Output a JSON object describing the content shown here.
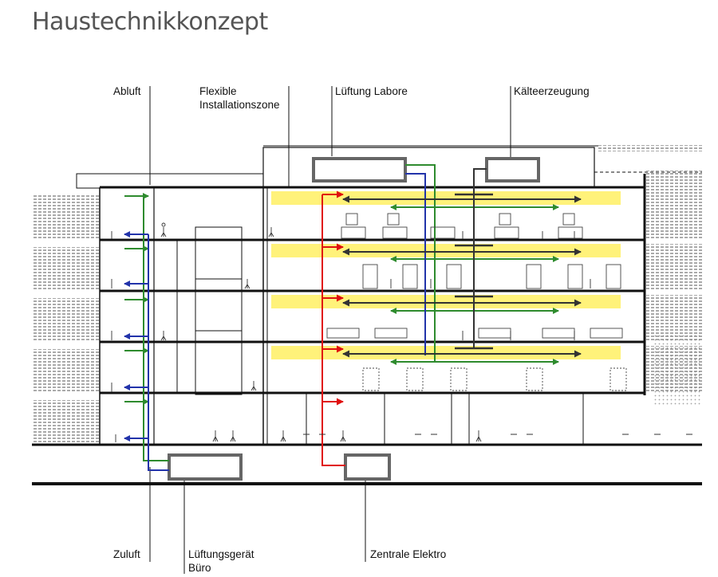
{
  "title": "Haustechnikkonzept",
  "labels": {
    "abluft": "Abluft",
    "flexible_line1": "Flexible",
    "flexible_line2": "Installationszone",
    "lueftung_labore": "Lüftung Labore",
    "kaelteerzeugung": "Kälteerzeugung",
    "zuluft": "Zuluft",
    "lueftungsgeraet_line1": "Lüftungsgerät",
    "lueftungsgeraet_line2": "Büro",
    "zentrale_elektro": "Zentrale Elektro"
  },
  "colors": {
    "structure": "#111111",
    "equipment": "#666666",
    "zuluft": "#2e8b2e",
    "abluft": "#2233aa",
    "elektro": "#e01010",
    "kaelte": "#333333",
    "installation_zone": "#fff27a",
    "hatch": "#555555"
  },
  "floors": 5
}
